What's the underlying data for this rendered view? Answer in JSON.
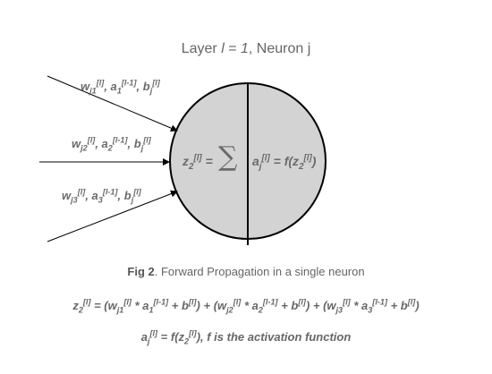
{
  "title": {
    "prefix": "Layer ",
    "l": "l",
    "middle": " = ",
    "one": "1",
    "suffix": ", Neuron j"
  },
  "inputs": [
    {
      "w": "w",
      "w_sub": "j1",
      "w_sup": "[l]",
      "a": "a",
      "a_sub": "1",
      "a_sup": "[l-1]",
      "b": "b",
      "b_sub": "j",
      "b_sup": "[l]"
    },
    {
      "w": "w",
      "w_sub": "j2",
      "w_sup": "[l]",
      "a": "a",
      "a_sub": "2",
      "a_sup": "[l-1]",
      "b": "b",
      "b_sub": "j",
      "b_sup": "[l]"
    },
    {
      "w": "w",
      "w_sub": "j3",
      "w_sup": "[l]",
      "a": "a",
      "a_sub": "3",
      "a_sup": "[l-1]",
      "b": "b",
      "b_sub": "j",
      "b_sup": "[l]"
    }
  ],
  "neuron": {
    "z": "z",
    "z_sub": "2",
    "z_sup": "[l]",
    "equals": " = ",
    "sigma": "∑",
    "a": "a",
    "a_sub": "j",
    "a_sup": "[l]",
    "f_open": " = f(z",
    "f_sub": "2",
    "f_sup": "[l]",
    "f_close": ")"
  },
  "caption": {
    "bold": "Fig 2",
    "rest": ". Forward Propagation in a single neuron"
  },
  "equation1": {
    "lhs": "z",
    "lhs_sub": "2",
    "lhs_sup": "[l]",
    "t1": " = (w",
    "t1_sub": "j1",
    "t1_sup": "[l]",
    "t2": " * a",
    "t2_sub": "1",
    "t2_sup": "[l-1]",
    "t3": " + b",
    "t3_sup": "[l]",
    "t4": ") + (w",
    "t4_sub": "j2",
    "t4_sup": "[l]",
    "t5": " * a",
    "t5_sub": "2",
    "t5_sup": "[l-1]",
    "t6": " + b",
    "t6_sup": "[l]",
    "t7": ") + (w",
    "t7_sub": "j3",
    "t7_sup": "[l]",
    "t8": " * a",
    "t8_sub": "3",
    "t8_sup": "[l-1]",
    "t9": " + b",
    "t9_sup": "[l]",
    "t10": ")"
  },
  "equation2": {
    "a": "a",
    "a_sub": "j",
    "a_sup": "[l]",
    "mid": " = f(z",
    "z_sub": "2",
    "z_sup": "[l]",
    "rest": "), f is the activation function"
  },
  "colors": {
    "neuron_fill": "#d3d3d3",
    "stroke": "#000000",
    "text": "#666666"
  }
}
